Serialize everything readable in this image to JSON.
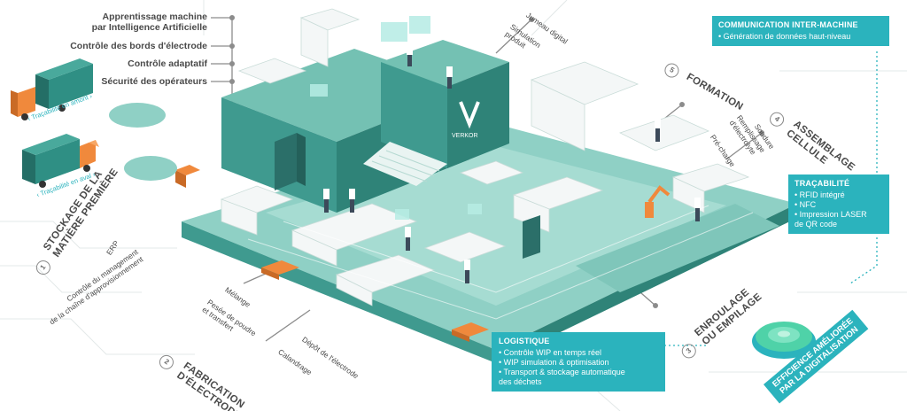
{
  "left_features": [
    "Apprentissage machine\npar Intelligence Artificielle",
    "Contrôle des bords d'électrode",
    "Contrôle adaptatif",
    "Sécurité des opérateurs"
  ],
  "top_labels": {
    "jumeau": "Jumeau digital",
    "simulation": "Simulation\nproduit"
  },
  "trucks": {
    "upstream": "Traçabilité en amont",
    "downstream": "Traçabilité en aval"
  },
  "stages": [
    {
      "num": "1",
      "title": "STOCKAGE DE LA\nMATIÈRE PREMIÈRE",
      "subs": [
        "ERP",
        "Contrôle du management\nde la chaîne d'approvisionnement"
      ]
    },
    {
      "num": "2",
      "title": "FABRICATION\nD'ÉLECTRODE",
      "subs": [
        "Mélange",
        "Pesée de poudre\net transfert",
        "Dépôt de l'électrode",
        "Calandrage"
      ]
    },
    {
      "num": "3",
      "title": "ENROULAGE\nOU EMPILAGE",
      "subs": []
    },
    {
      "num": "4",
      "title": "ASSEMBLAGE\nCELLULE",
      "subs": [
        "Soudure",
        "Remplissage\nd'électrolyte",
        "Pré-charge"
      ]
    },
    {
      "num": "5",
      "title": "FORMATION",
      "subs": []
    }
  ],
  "boxes": {
    "communication": {
      "title": "COMMUNICATION INTER-MACHINE",
      "items": [
        "Génération de données haut-niveau"
      ]
    },
    "tracabilite": {
      "title": "TRAÇABILITÉ",
      "items": [
        "RFID intégré",
        "NFC",
        "Impression LASER\nde QR code"
      ]
    },
    "logistique": {
      "title": "LOGISTIQUE",
      "items": [
        "Contrôle WIP en temps réel",
        "WIP simulation & optimisation",
        "Transport & stockage automatique\ndes déchets"
      ]
    }
  },
  "efficience": "EFFICIENCE AMÉLIORÉE\nPAR LA DIGITALISATION",
  "logo": "VERKOR",
  "colors": {
    "teal_dark": "#2f8f84",
    "teal_mid": "#49a99c",
    "teal_light": "#8fd0c5",
    "box_blue": "#2bb3bd",
    "orange": "#f0893c",
    "gray_text": "#4a4a4a"
  }
}
